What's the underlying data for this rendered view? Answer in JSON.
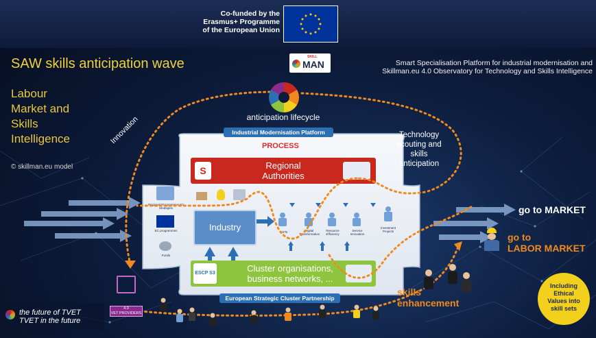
{
  "cofunded": {
    "line1": "Co-funded by the",
    "line2": "Erasmus+ Programme",
    "line3": "of the European Union",
    "flag_color": "#003399",
    "star_color": "#ffcc00"
  },
  "logo": {
    "top_text": "SKILL",
    "main_text": "MAN"
  },
  "title": "SAW skills anticipation wave",
  "lmsi": {
    "line1": "Labour",
    "line2": "Market and",
    "line3": "Skills",
    "line4": "Intelligence"
  },
  "copyright": "© skillman.eu model",
  "platform_desc": {
    "line1": "Smart Specialisation Platform for industrial modernisation and",
    "line2": "Skillman.eu 4.0 Observatory for Technology and Skills Intelligence"
  },
  "lifecycle_label": "anticipation lifecycle",
  "innovation_label": "Innovation",
  "tech_label": {
    "line1": "Technology",
    "line2": "scouting and",
    "line3": "skills",
    "line4": "anticipation"
  },
  "imp_tab": "Industrial Modernisation Platform",
  "escp_tab": "European Strategic Cluster Partnership",
  "process_label": "PROCESS",
  "regional": {
    "line1": "Regional",
    "line2": "Authorities"
  },
  "cluster": {
    "line1": "Cluster organisations,",
    "line2": "business networks, ..."
  },
  "cluster_logo": "ESCP S3",
  "industry_label": "Industry",
  "left_icons": {
    "item1": "Regional Programmes S3 Strategies",
    "item2": "EC programmes",
    "item3": "Funds"
  },
  "tiny_labels": {
    "keys": "KETs",
    "digital": "Digital Transformation",
    "resource": "Resource Efficiency",
    "service": "Service Innovation",
    "investment": "Investment Projects"
  },
  "go_market": "go to MARKET",
  "go_labor": {
    "line1": "go to",
    "line2": "LABOR MARKET"
  },
  "skills_enh": {
    "line1": "skills",
    "line2": "enhancement"
  },
  "ethical": {
    "line1": "Including",
    "line2": "Ethical",
    "line3": "Values into",
    "line4": "skill sets"
  },
  "tvet": {
    "line1": "the future of TVET",
    "line2": "TVET in the future"
  },
  "vet_badge": {
    "line1": "4.0",
    "line2": "VET PROVIDERS"
  },
  "colors": {
    "accent_orange": "#f08a1e",
    "title_yellow": "#f0d23a",
    "process_red": "#e22b2b",
    "regional_red": "#c8281e",
    "cluster_green": "#8ec43e",
    "tab_blue": "#2d6fb3"
  }
}
